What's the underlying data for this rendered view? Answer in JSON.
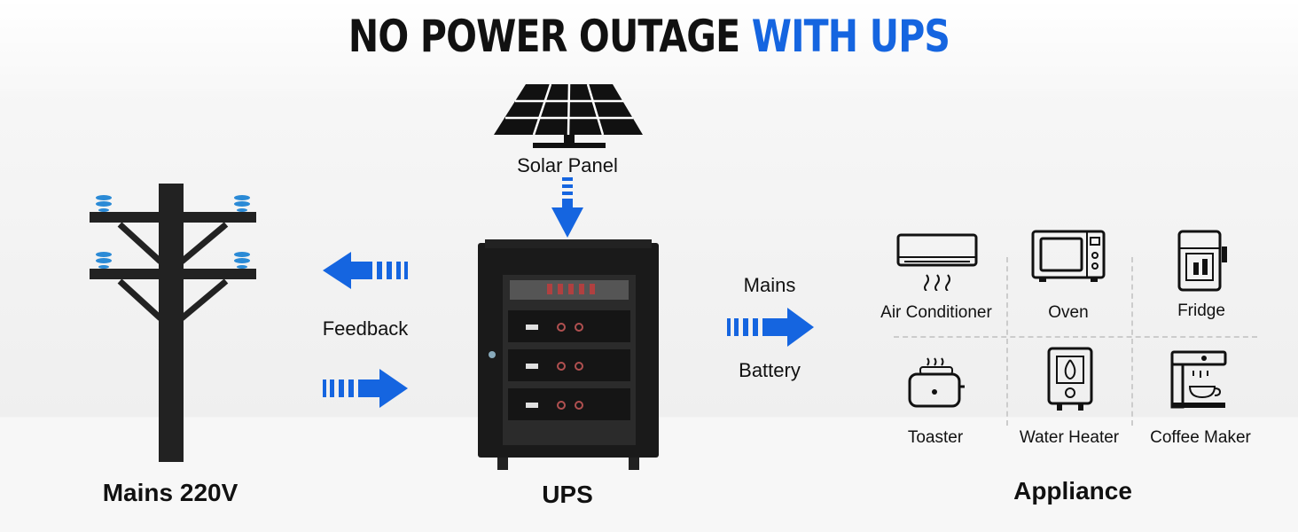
{
  "title": {
    "part1": "NO POWER OUTAGE",
    "part2": "WITH UPS"
  },
  "solar": {
    "label": "Solar Panel"
  },
  "feedback": {
    "label": "Feedback"
  },
  "flow": {
    "top_label": "Mains",
    "bottom_label": "Battery"
  },
  "mains": {
    "label": "Mains 220V"
  },
  "ups": {
    "label": "UPS"
  },
  "appliance": {
    "label": "Appliance",
    "items": [
      {
        "label": "Air Conditioner",
        "icon": "air-conditioner-icon"
      },
      {
        "label": "Oven",
        "icon": "oven-icon"
      },
      {
        "label": "Fridge",
        "icon": "fridge-icon"
      },
      {
        "label": "Toaster",
        "icon": "toaster-icon"
      },
      {
        "label": "Water Heater",
        "icon": "water-heater-icon"
      },
      {
        "label": "Coffee Maker",
        "icon": "coffee-maker-icon"
      }
    ]
  },
  "colors": {
    "accent": "#1565e0",
    "dark": "#111111"
  }
}
